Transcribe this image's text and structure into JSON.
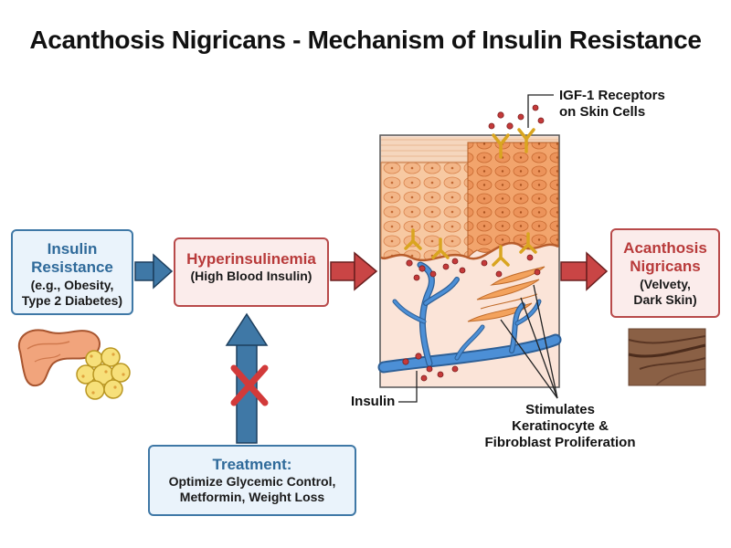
{
  "title": "Acanthosis Nigricans - Mechanism of Insulin Resistance",
  "boxes": {
    "resistance": {
      "title_lines": [
        "Insulin",
        "Resistance"
      ],
      "detail_lines": [
        "(e.g., Obesity,",
        "Type 2 Diabetes)"
      ]
    },
    "hyperinsulinemia": {
      "title": "Hyperinsulinemia",
      "detail": "(High Blood Insulin)"
    },
    "acanthosis": {
      "title_lines": [
        "Acanthosis",
        "Nigricans"
      ],
      "detail_lines": [
        "(Velvety,",
        "Dark Skin)"
      ]
    },
    "treatment": {
      "title": "Treatment:",
      "detail_lines": [
        "Optimize Glycemic Control,",
        "Metformin, Weight Loss"
      ]
    }
  },
  "labels": {
    "igf_lines": [
      "IGF-1 Receptors",
      "on Skin Cells"
    ],
    "insulin": "Insulin",
    "stimulates_lines": [
      "Stimulates",
      "Keratinocyte &",
      "Fibroblast Proliferation"
    ]
  },
  "colors": {
    "blue_accent": "#3f78a6",
    "red_accent": "#b84a4a",
    "receptor_yellow": "#f2c230",
    "vessel_blue": "#3e7fc4",
    "skin_orange": "#f0a066"
  },
  "icons": {
    "blocked_marker": "red-x-icon",
    "organ": "pancreas-icon",
    "cells": "fat-cells-icon",
    "skin": "dark-skin-patch-icon",
    "receptor": "y-receptor-icon"
  }
}
